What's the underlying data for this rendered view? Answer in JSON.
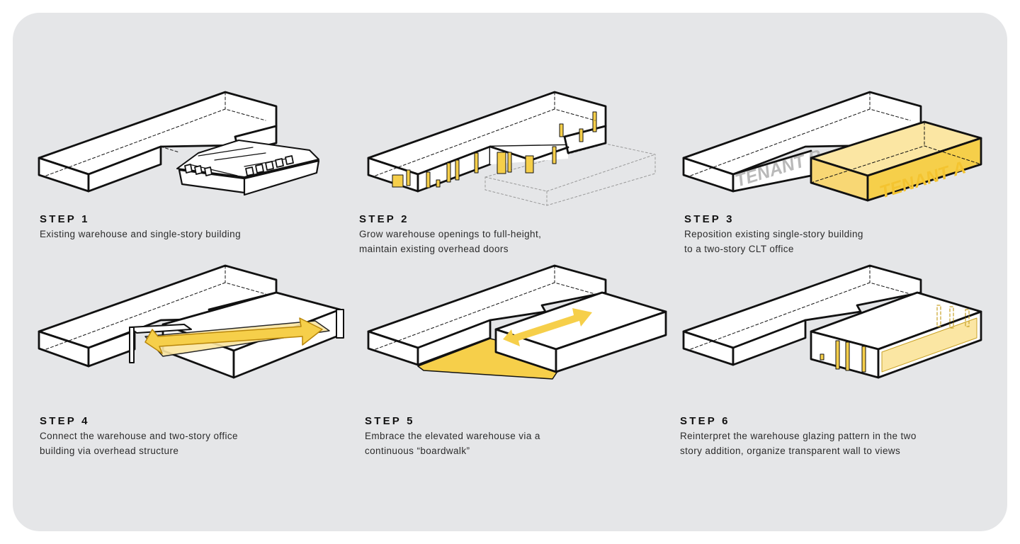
{
  "steps": [
    {
      "title": "STEP 1",
      "lines": [
        "Existing warehouse and single-story building"
      ]
    },
    {
      "title": "STEP 2",
      "lines": [
        "Grow warehouse openings to full-height,",
        "maintain existing overhead doors"
      ]
    },
    {
      "title": "STEP 3",
      "lines": [
        "Reposition existing single-story building",
        "to a two-story CLT office"
      ],
      "labels": {
        "tenant_b": "TENANT B",
        "tenant_a": "TENANT A"
      }
    },
    {
      "title": "STEP 4",
      "lines": [
        "Connect the warehouse and two-story office",
        "building via overhead structure"
      ]
    },
    {
      "title": "STEP 5",
      "lines": [
        "Embrace the elevated warehouse via a",
        "continuous “boardwalk”"
      ]
    },
    {
      "title": "STEP 6",
      "lines": [
        "Reinterpret the warehouse glazing pattern in the two",
        "story addition, organize transparent wall to views"
      ]
    }
  ],
  "colors": {
    "background": "#e5e6e8",
    "accent": "#f6cf4a",
    "accent_light": "#fbe6a3",
    "line": "#111111",
    "tenant_b": "#b9b9b9"
  }
}
